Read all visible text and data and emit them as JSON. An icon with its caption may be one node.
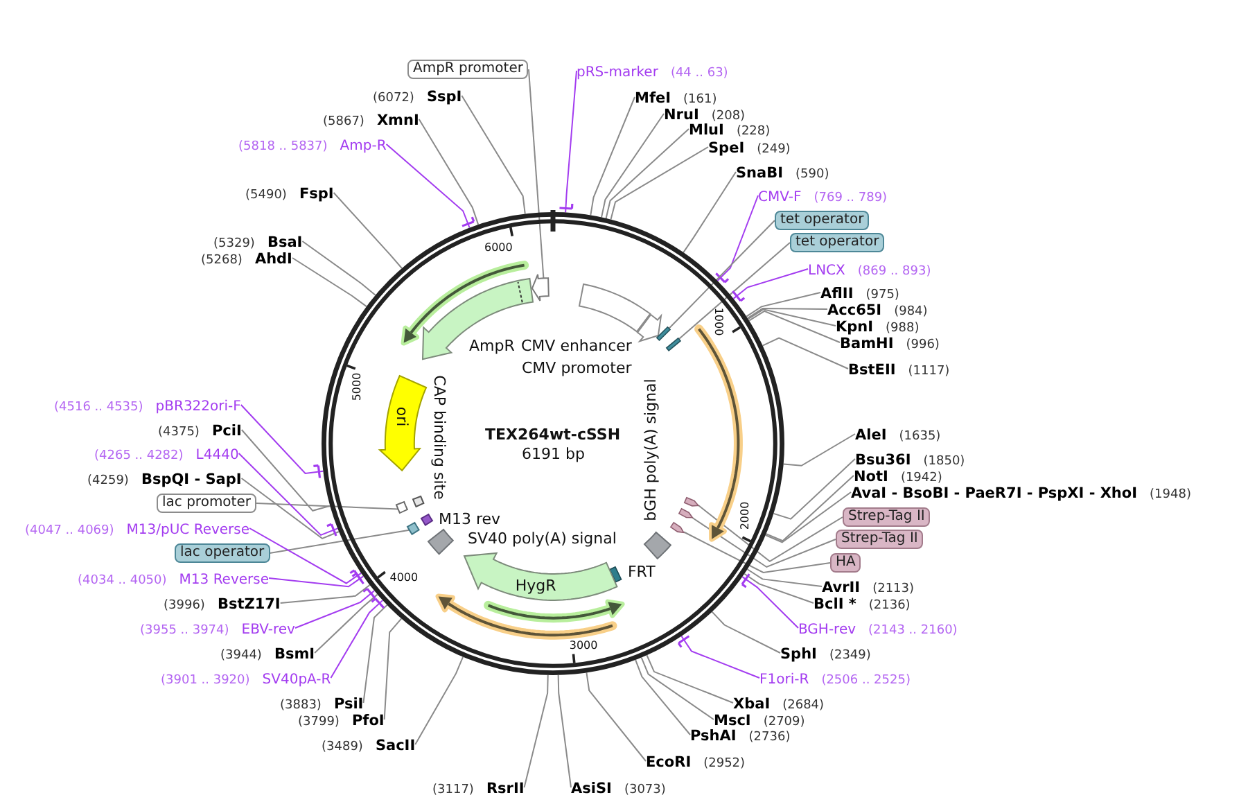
{
  "diagram": {
    "nodes": [
      {
        "text": [
          "TEX264wt-cSSH",
          "6191 bp"
        ]
      },
      {
        "text": [
          "CMV enhancer"
        ],
        "in": 0
      },
      {
        "text": [
          "CMV promoter"
        ],
        "in": 0
      },
      {
        "text": [],
        "shape": "bar",
        "in": 0
      },
      {
        "text": [],
        "shape": "bar",
        "in": 0
      },
      {
        "text": [],
        "shape": "arrow",
        "in": 0
      },
      {
        "text": [],
        "shape": "bar",
        "in": 0
      },
      {
        "text": [],
        "shape": "bar",
        "in": 0
      },
      {
        "text": [],
        "shape": "bar",
        "in": 0
      },
      {
        "text": [
          "bGH poly(A) signal"
        ],
        "in": 0
      },
      {
        "text": [
          "FRT"
        ],
        "in": 0
      },
      {
        "text": [
          "HygR"
        ],
        "in": 0
      },
      {
        "text": [],
        "shape": "arrow",
        "in": 0
      },
      {
        "text": [],
        "shape": "arrow",
        "in": 0
      },
      {
        "text": [
          "SV40 poly(A) signal"
        ],
        "in": 0
      },
      {
        "text": [
          "M13 rev"
        ],
        "in": 0
      },
      {
        "text": [],
        "shape": "box",
        "in": 0
      },
      {
        "text": [],
        "shape": "box",
        "in": 0
      },
      {
        "text": [
          "CAP binding site"
        ],
        "in": 0
      },
      {
        "text": [
          "ori"
        ],
        "in": 0
      },
      {
        "text": [
          "AmpR"
        ],
        "in": 0
      },
      {
        "text": [],
        "shape": "arrow",
        "in": 0
      },
      {
        "text": [],
        "shape": "arrow",
        "in": 0
      },
      {
        "text": [
          "pRS-marker"
        ],
        "beside": [
          "(44 .. 63)"
        ]
      },
      {
        "text": [
          "MfeI"
        ],
        "beside": [
          "(161)"
        ]
      },
      {
        "text": [
          "NruI"
        ],
        "beside": [
          "(208)"
        ]
      },
      {
        "text": [
          "MluI"
        ],
        "beside": [
          "(228)"
        ]
      },
      {
        "text": [
          "SpeI"
        ],
        "beside": [
          "(249)"
        ]
      },
      {
        "text": [
          "SnaBI"
        ],
        "beside": [
          "(590)"
        ]
      },
      {
        "text": [
          "CMV-F"
        ],
        "beside": [
          "(769 .. 789)"
        ]
      },
      {
        "text": [
          "tet operator"
        ]
      },
      {
        "text": [
          "tet operator"
        ]
      },
      {
        "text": [
          "LNCX"
        ],
        "beside": [
          "(869 .. 893)"
        ]
      },
      {
        "text": [
          "AflII"
        ],
        "beside": [
          "(975)"
        ]
      },
      {
        "text": [
          "Acc65I"
        ],
        "beside": [
          "(984)"
        ]
      },
      {
        "text": [
          "KpnI"
        ],
        "beside": [
          "(988)"
        ]
      },
      {
        "text": [
          "BamHI"
        ],
        "beside": [
          "(996)"
        ]
      },
      {
        "text": [
          "BstEII"
        ],
        "beside": [
          "(1117)"
        ]
      },
      {
        "text": [
          "AleI"
        ],
        "beside": [
          "(1635)"
        ]
      },
      {
        "text": [
          "Bsu36I"
        ],
        "beside": [
          "(1850)"
        ]
      },
      {
        "text": [
          "NotI"
        ],
        "beside": [
          "(1942)"
        ]
      },
      {
        "text": [
          "AvaI - BsoBI - PaeR7I - PspXI - XhoI"
        ],
        "beside": [
          "(1948)"
        ]
      },
      {
        "text": [
          "Strep-Tag II"
        ]
      },
      {
        "text": [
          "Strep-Tag II"
        ]
      },
      {
        "text": [
          "HA"
        ]
      },
      {
        "text": [
          "AvrII"
        ],
        "beside": [
          "(2113)"
        ]
      },
      {
        "text": [
          "BclI *"
        ],
        "beside": [
          "(2136)"
        ]
      },
      {
        "text": [
          "BGH-rev"
        ],
        "beside": [
          "(2143 .. 2160)"
        ]
      },
      {
        "text": [
          "SphI"
        ],
        "beside": [
          "(2349)"
        ]
      },
      {
        "text": [
          "F1ori-R"
        ],
        "beside": [
          "(2506 .. 2525)"
        ]
      },
      {
        "text": [
          "XbaI"
        ],
        "beside": [
          "(2684)"
        ]
      },
      {
        "text": [
          "MscI"
        ],
        "beside": [
          "(2709)"
        ]
      },
      {
        "text": [
          "PshAI"
        ],
        "beside": [
          "(2736)"
        ]
      },
      {
        "text": [
          "EcoRI"
        ],
        "beside": [
          "(2952)"
        ]
      },
      {
        "text": [
          "AsiSI"
        ],
        "beside": [
          "(3073)"
        ]
      },
      {
        "text": [
          "RsrII"
        ],
        "beside": [
          "(3117)"
        ]
      },
      {
        "text": [
          "SacII"
        ],
        "beside": [
          "(3489)"
        ]
      },
      {
        "text": [
          "PfoI"
        ],
        "beside": [
          "(3799)"
        ]
      },
      {
        "text": [
          "PsiI"
        ],
        "beside": [
          "(3883)"
        ]
      },
      {
        "text": [
          "SV40pA-R"
        ],
        "beside": [
          "(3901 .. 3920)"
        ]
      },
      {
        "text": [
          "BsmI"
        ],
        "beside": [
          "(3944)"
        ]
      },
      {
        "text": [
          "EBV-rev"
        ],
        "beside": [
          "(3955 .. 3974)"
        ]
      },
      {
        "text": [
          "BstZ17I"
        ],
        "beside": [
          "(3996)"
        ]
      },
      {
        "text": [
          "M13 Reverse"
        ],
        "beside": [
          "(4034 .. 4050)"
        ]
      },
      {
        "text": [
          "lac operator"
        ]
      },
      {
        "text": [
          "M13/pUC Reverse"
        ],
        "beside": [
          "(4047 .. 4069)"
        ]
      },
      {
        "text": [
          "lac promoter"
        ]
      },
      {
        "text": [
          "BspQI - SapI"
        ],
        "beside": [
          "(4259)"
        ]
      },
      {
        "text": [
          "L4440"
        ],
        "beside": [
          "(4265 .. 4282)"
        ]
      },
      {
        "text": [
          "PciI"
        ],
        "beside": [
          "(4375)"
        ]
      },
      {
        "text": [
          "pBR322ori-F"
        ],
        "beside": [
          "(4516 .. 4535)"
        ]
      },
      {
        "text": [
          "AhdI"
        ],
        "beside": [
          "(5268)"
        ]
      },
      {
        "text": [
          "BsaI"
        ],
        "beside": [
          "(5329)"
        ]
      },
      {
        "text": [
          "FspI"
        ],
        "beside": [
          "(5490)"
        ]
      },
      {
        "text": [
          "Amp-R"
        ],
        "beside": [
          "(5818 .. 5837)"
        ]
      },
      {
        "text": [
          "XmnI"
        ],
        "beside": [
          "(5867)"
        ]
      },
      {
        "text": [
          "SspI"
        ],
        "beside": [
          "(6072)"
        ]
      },
      {
        "text": [
          "AmpR promoter"
        ]
      }
    ],
    "edges": [
      {
        "from": 23,
        "to": 0,
        "arrow": "other",
        "color": "#a33cf0"
      },
      {
        "from": 24,
        "to": 0,
        "arrow": "none"
      },
      {
        "from": 25,
        "to": 0,
        "arrow": "none"
      },
      {
        "from": 26,
        "to": 0,
        "arrow": "none"
      },
      {
        "from": 27,
        "to": 0,
        "arrow": "none"
      },
      {
        "from": 28,
        "to": 0,
        "arrow": "none"
      },
      {
        "from": 29,
        "to": 0,
        "arrow": "other",
        "color": "#a33cf0"
      },
      {
        "from": 30,
        "to": 3,
        "arrow": "none"
      },
      {
        "from": 31,
        "to": 4,
        "arrow": "none"
      },
      {
        "from": 32,
        "to": 0,
        "arrow": "other",
        "color": "#a33cf0"
      },
      {
        "from": 33,
        "to": 0,
        "arrow": "none"
      },
      {
        "from": 34,
        "to": 0,
        "arrow": "none"
      },
      {
        "from": 35,
        "to": 0,
        "arrow": "none"
      },
      {
        "from": 36,
        "to": 0,
        "arrow": "none"
      },
      {
        "from": 37,
        "to": 0,
        "arrow": "none"
      },
      {
        "from": 38,
        "to": 0,
        "arrow": "none"
      },
      {
        "from": 39,
        "to": 0,
        "arrow": "none"
      },
      {
        "from": 40,
        "to": 0,
        "arrow": "none"
      },
      {
        "from": 41,
        "to": 0,
        "arrow": "none"
      },
      {
        "from": 42,
        "to": 6,
        "arrow": "none"
      },
      {
        "from": 43,
        "to": 7,
        "arrow": "none"
      },
      {
        "from": 44,
        "to": 8,
        "arrow": "none"
      },
      {
        "from": 45,
        "to": 0,
        "arrow": "none"
      },
      {
        "from": 46,
        "to": 0,
        "arrow": "none"
      },
      {
        "from": 47,
        "to": 0,
        "arrow": "other",
        "color": "#a33cf0"
      },
      {
        "from": 48,
        "to": 0,
        "arrow": "none"
      },
      {
        "from": 49,
        "to": 0,
        "arrow": "other",
        "color": "#a33cf0"
      },
      {
        "from": 50,
        "to": 0,
        "arrow": "none"
      },
      {
        "from": 51,
        "to": 0,
        "arrow": "none"
      },
      {
        "from": 52,
        "to": 0,
        "arrow": "none"
      },
      {
        "from": 53,
        "to": 0,
        "arrow": "none"
      },
      {
        "from": 54,
        "to": 0,
        "arrow": "none"
      },
      {
        "from": 55,
        "to": 0,
        "arrow": "none"
      },
      {
        "from": 56,
        "to": 0,
        "arrow": "none"
      },
      {
        "from": 57,
        "to": 0,
        "arrow": "none"
      },
      {
        "from": 58,
        "to": 0,
        "arrow": "none"
      },
      {
        "from": 59,
        "to": 0,
        "arrow": "other",
        "color": "#a33cf0"
      },
      {
        "from": 60,
        "to": 0,
        "arrow": "none"
      },
      {
        "from": 61,
        "to": 0,
        "arrow": "other",
        "color": "#a33cf0"
      },
      {
        "from": 62,
        "to": 0,
        "arrow": "none"
      },
      {
        "from": 63,
        "to": 0,
        "arrow": "other",
        "color": "#a33cf0"
      },
      {
        "from": 64,
        "to": 16,
        "arrow": "none"
      },
      {
        "from": 65,
        "to": 0,
        "arrow": "other",
        "color": "#a33cf0"
      },
      {
        "from": 66,
        "to": 17,
        "arrow": "none"
      },
      {
        "from": 67,
        "to": 0,
        "arrow": "none"
      },
      {
        "from": 68,
        "to": 0,
        "arrow": "other",
        "color": "#a33cf0"
      },
      {
        "from": 69,
        "to": 0,
        "arrow": "none"
      },
      {
        "from": 70,
        "to": 0,
        "arrow": "other",
        "color": "#a33cf0"
      },
      {
        "from": 71,
        "to": 0,
        "arrow": "none"
      },
      {
        "from": 72,
        "to": 0,
        "arrow": "none"
      },
      {
        "from": 73,
        "to": 0,
        "arrow": "none"
      },
      {
        "from": 74,
        "to": 0,
        "arrow": "other",
        "color": "#a33cf0"
      },
      {
        "from": 75,
        "to": 0,
        "arrow": "none"
      },
      {
        "from": 76,
        "to": 0,
        "arrow": "none"
      },
      {
        "from": 77,
        "to": 22,
        "arrow": "none"
      }
    ],
    "labels": [
      "1000",
      "2000",
      "3000",
      "4000",
      "5000",
      "6000"
    ]
  }
}
